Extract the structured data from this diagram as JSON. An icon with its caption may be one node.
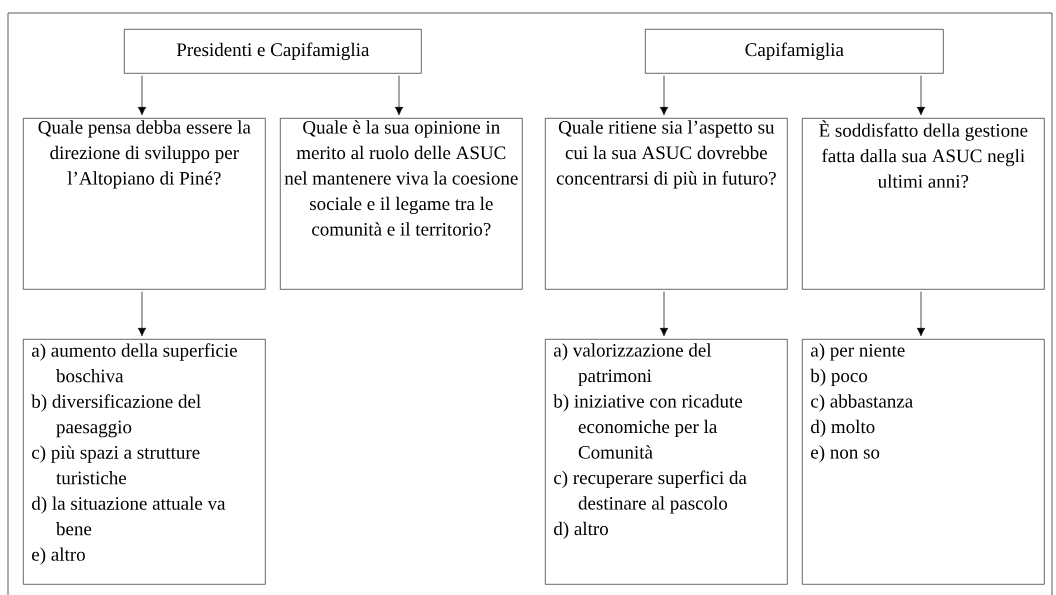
{
  "diagram": {
    "nodes": [
      {
        "text": [
          "Presidenti e Capifamiglia"
        ]
      },
      {
        "text": [
          "Capifamiglia"
        ]
      },
      {
        "text": [
          "Quale pensa debba essere la direzione di sviluppo per l’Altopiano di Piné?"
        ]
      },
      {
        "text": [
          "Quale è la sua opinione in merito al ruolo delle ASUC nel mantenere viva la coesione sociale e il legame tra le comunità e il territorio?"
        ]
      },
      {
        "text": [
          "Quale ritiene sia l’aspetto su cui la sua ASUC dovrebbe concentrarsi di più in futuro?"
        ]
      },
      {
        "text": [
          "È soddisfatto della gestione fatta dalla sua ASUC negli ultimi anni?"
        ]
      },
      {
        "text": [
          "a) aumento della superficie boschiva",
          "b) diversificazione del paesaggio",
          "c) più spazi a strutture turistiche",
          "d) la situazione attuale va bene",
          "e) altro"
        ]
      },
      {
        "text": [
          "a) valorizzazione del patrimoni",
          "b) iniziative con ricadute economiche per la Comunità",
          "c) recuperare superfici da destinare al pascolo",
          "d) altro"
        ]
      },
      {
        "text": [
          "a) per niente",
          "b) poco",
          "c) abbastanza",
          "d) molto",
          "e) non so"
        ]
      }
    ],
    "edges": [
      {
        "from": 0,
        "to": 2,
        "arrow": "to"
      },
      {
        "from": 0,
        "to": 3,
        "arrow": "to"
      },
      {
        "from": 1,
        "to": 4,
        "arrow": "to"
      },
      {
        "from": 1,
        "to": 5,
        "arrow": "to"
      },
      {
        "from": 2,
        "to": 6,
        "arrow": "to"
      },
      {
        "from": 4,
        "to": 7,
        "arrow": "to"
      },
      {
        "from": 5,
        "to": 8,
        "arrow": "to"
      }
    ]
  }
}
